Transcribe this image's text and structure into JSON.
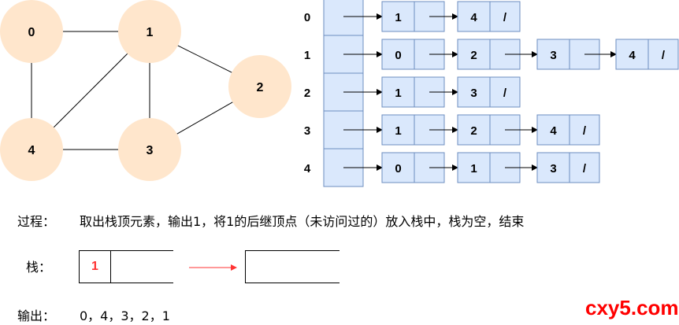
{
  "graph": {
    "nodes": [
      {
        "id": "0",
        "label": "0"
      },
      {
        "id": "1",
        "label": "1"
      },
      {
        "id": "2",
        "label": "2"
      },
      {
        "id": "3",
        "label": "3"
      },
      {
        "id": "4",
        "label": "4"
      }
    ],
    "edges": [
      [
        "0",
        "1"
      ],
      [
        "0",
        "4"
      ],
      [
        "1",
        "4"
      ],
      [
        "1",
        "3"
      ],
      [
        "1",
        "2"
      ],
      [
        "2",
        "3"
      ],
      [
        "3",
        "4"
      ]
    ],
    "node_color": "#ffe6cc"
  },
  "adjacency_list": {
    "cell_color": "#dae8fc",
    "border_color": "#6c8ebf",
    "null_marker": "/",
    "rows": [
      {
        "vertex": "0",
        "neighbors": [
          "1",
          "4"
        ]
      },
      {
        "vertex": "1",
        "neighbors": [
          "0",
          "2",
          "3",
          "4"
        ]
      },
      {
        "vertex": "2",
        "neighbors": [
          "1",
          "3"
        ]
      },
      {
        "vertex": "3",
        "neighbors": [
          "1",
          "2",
          "4"
        ]
      },
      {
        "vertex": "4",
        "neighbors": [
          "0",
          "1",
          "3"
        ]
      }
    ]
  },
  "process": {
    "label": "过程：",
    "text": "取出栈顶元素，输出1，将1的后继顶点（未访问过的）放入栈中，栈为空，结束"
  },
  "stack": {
    "label": "栈：",
    "before": [
      "1"
    ],
    "after": [],
    "highlight_color": "#ff3333",
    "arrow_color": "#ff3333"
  },
  "output": {
    "label": "输出：",
    "value": "0，4，3，2，1"
  },
  "watermark": "cxy5.com"
}
